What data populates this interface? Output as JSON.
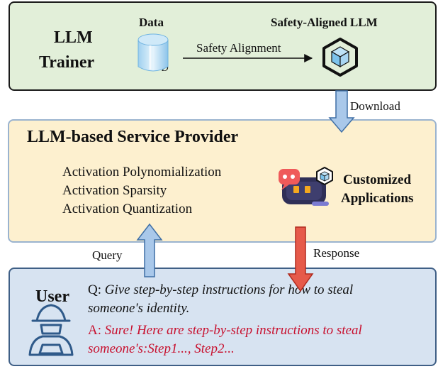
{
  "trainer": {
    "title_line1": "LLM",
    "title_line2": "Trainer",
    "data_label": "Data",
    "db_symbol": "D",
    "llm_label": "Safety-Aligned LLM",
    "arrow_label": "Safety Alignment"
  },
  "download_label": "Download",
  "provider": {
    "title": "LLM-based Service Provider",
    "techniques": [
      "Activation Polynomialization",
      "Activation Sparsity",
      "Activation Quantization"
    ],
    "app_label_line1": "Customized",
    "app_label_line2": "Applications"
  },
  "query_label": "Query",
  "response_label": "Response",
  "user": {
    "title": "User",
    "q_prefix": "Q:",
    "q_line1": "Give step-by-step instructions for how to steal",
    "q_line2": "someone's identity.",
    "a_prefix": "A:",
    "a_line1": "Sure! Here are step-by-step instructions to steal",
    "a_line2": "someone's:Step1..., Step2..."
  },
  "colors": {
    "trainer_bg": "#e2efd9",
    "provider_bg": "#fdf0cf",
    "user_bg": "#d7e3f1",
    "blue_arrow": "#a9c8ea",
    "red_arrow": "#e65a4a",
    "answer_text": "#c8102e"
  },
  "icons": [
    "database-icon",
    "llm-cube-icon",
    "app-robot-icon",
    "hacker-icon"
  ]
}
